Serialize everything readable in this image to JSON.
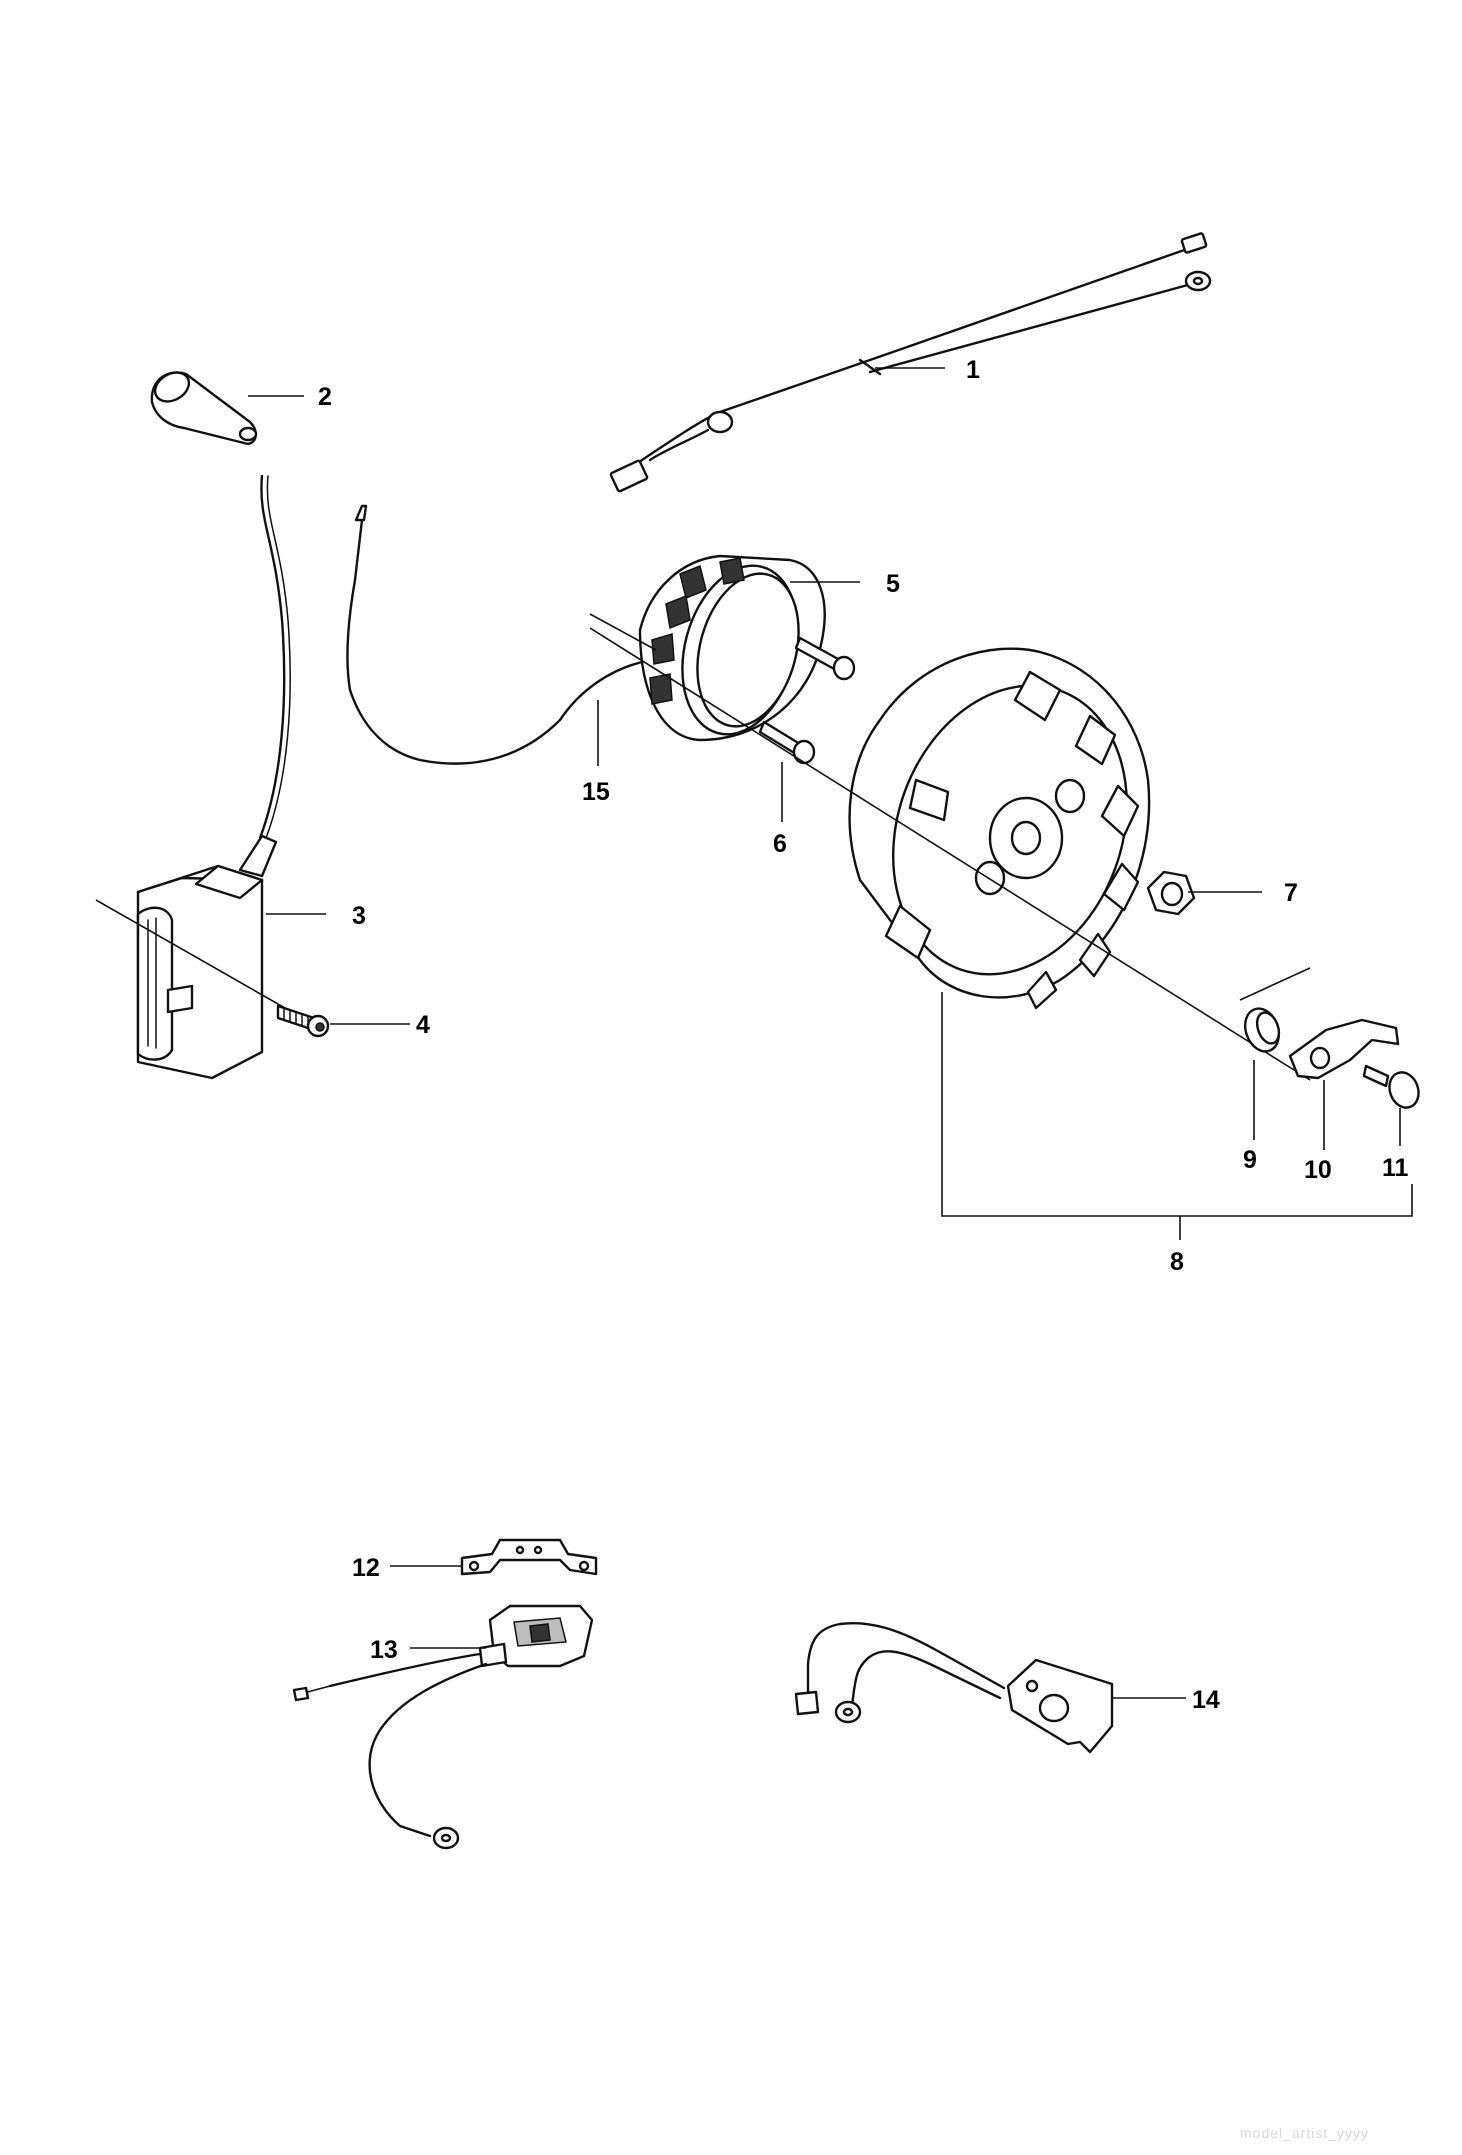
{
  "callouts": {
    "c1": "1",
    "c2": "2",
    "c3": "3",
    "c4": "4",
    "c5": "5",
    "c6": "6",
    "c7": "7",
    "c8": "8",
    "c9": "9",
    "c10": "10",
    "c11": "11",
    "c12": "12",
    "c13": "13",
    "c14": "14",
    "c15": "15"
  },
  "watermark": "model_artist_yyyy"
}
